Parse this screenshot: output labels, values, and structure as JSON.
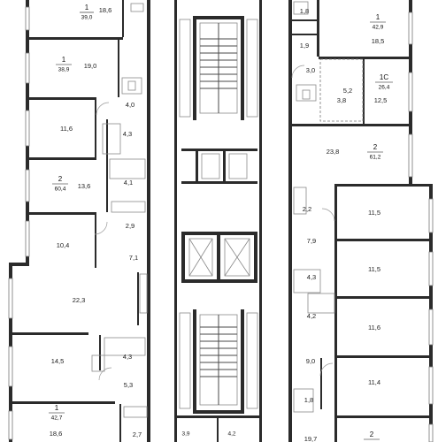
{
  "apartments": [
    {
      "id": "apt-left-top",
      "number": "1",
      "area": "39,0"
    },
    {
      "id": "apt-left-2",
      "number": "1",
      "area": "38,9"
    },
    {
      "id": "apt-left-3",
      "number": "2",
      "area": "60,4"
    },
    {
      "id": "apt-left-bottom",
      "number": "1",
      "area": "42,7"
    },
    {
      "id": "apt-right-top",
      "number": "1",
      "area": "42,9"
    },
    {
      "id": "apt-right-studio",
      "number": "1С",
      "area": "26,4"
    },
    {
      "id": "apt-right-3",
      "number": "2",
      "area": "61,2"
    },
    {
      "id": "apt-right-bottom",
      "number": "2",
      "area": ""
    }
  ],
  "rooms": [
    {
      "id": "r1",
      "label": "18,6"
    },
    {
      "id": "r2",
      "label": "19,0"
    },
    {
      "id": "r3",
      "label": "4,0"
    },
    {
      "id": "r4",
      "label": "11,6"
    },
    {
      "id": "r5",
      "label": "4,3"
    },
    {
      "id": "r6",
      "label": "13,6"
    },
    {
      "id": "r7",
      "label": "4,1"
    },
    {
      "id": "r8",
      "label": "2,9"
    },
    {
      "id": "r9",
      "label": "10,4"
    },
    {
      "id": "r10",
      "label": "7,1"
    },
    {
      "id": "r11",
      "label": "22,3"
    },
    {
      "id": "r12",
      "label": "14,5"
    },
    {
      "id": "r13",
      "label": "4,3"
    },
    {
      "id": "r14",
      "label": "5,3"
    },
    {
      "id": "r15",
      "label": "18,6"
    },
    {
      "id": "r16",
      "label": "2,7"
    },
    {
      "id": "r17",
      "label": "3,9"
    },
    {
      "id": "r18",
      "label": "4,2"
    },
    {
      "id": "r19",
      "label": "1,8"
    },
    {
      "id": "r20",
      "label": "1,9"
    },
    {
      "id": "r21",
      "label": "18,5"
    },
    {
      "id": "r22",
      "label": "3,0"
    },
    {
      "id": "r23",
      "label": "5,2"
    },
    {
      "id": "r24",
      "label": "3,8"
    },
    {
      "id": "r25",
      "label": "12,5"
    },
    {
      "id": "r26",
      "label": "23,8"
    },
    {
      "id": "r27",
      "label": "2,2"
    },
    {
      "id": "r28",
      "label": "11,5"
    },
    {
      "id": "r29",
      "label": "7,9"
    },
    {
      "id": "r30",
      "label": "11,5"
    },
    {
      "id": "r31",
      "label": "4,3"
    },
    {
      "id": "r32",
      "label": "4,2"
    },
    {
      "id": "r33",
      "label": "11,6"
    },
    {
      "id": "r34",
      "label": "9,0"
    },
    {
      "id": "r35",
      "label": "11,4"
    },
    {
      "id": "r36",
      "label": "1,8"
    },
    {
      "id": "r37",
      "label": "19,7"
    }
  ]
}
